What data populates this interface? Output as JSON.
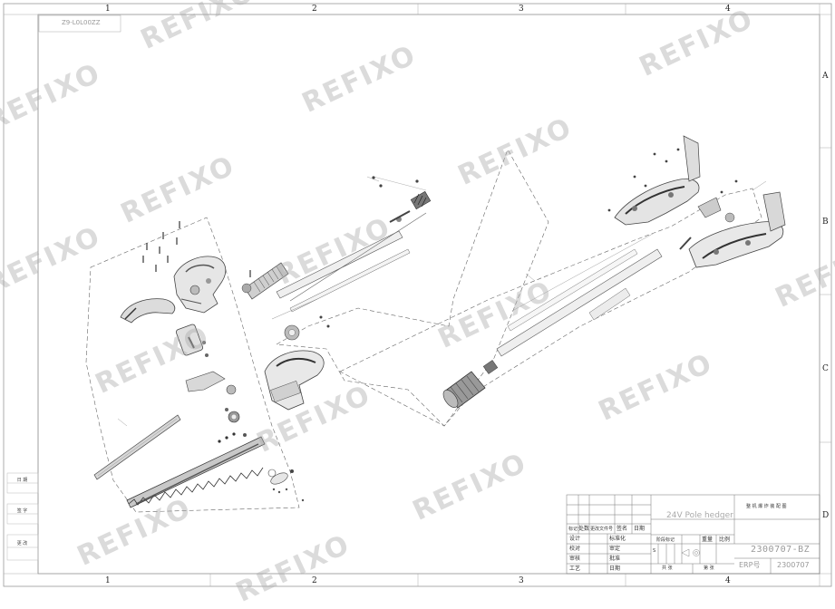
{
  "frame": {
    "columns_top": [
      "1",
      "2",
      "3",
      "4"
    ],
    "columns_bottom": [
      "1",
      "2",
      "3",
      "4"
    ],
    "rows_right": [
      "A",
      "B",
      "C",
      "D"
    ],
    "corner_code": "Z9-L0L00ZZ"
  },
  "watermark": "REFIXO",
  "left_margin_boxes": [
    "日 期",
    "签 字",
    "更 改"
  ],
  "title_block": {
    "product_title": "24V Pole hedger",
    "drawing_title": "整 机 爆 炸 装 配 图",
    "drawing_number": "2300707-BZ",
    "stage_label": "ERP号",
    "stage_value": "2300707",
    "header_row": {
      "mark": "标记",
      "count": "处数",
      "file_no": "更改文件号",
      "sign": "签名",
      "date": "日期"
    },
    "roles_left": [
      "设计",
      "校对",
      "审核",
      "工艺"
    ],
    "roles_right": [
      "标准化",
      "审定",
      "批准",
      "日期"
    ],
    "stage_marks": "阶段标记",
    "weight": "重量",
    "scale": "比例",
    "sheet_total": "共  张",
    "sheet_no": "第  张",
    "s_mark": "S"
  },
  "colors": {
    "line": "#555555",
    "frame": "#888888",
    "part_fill": "#d4d4d4",
    "part_dark": "#555555",
    "watermark": "#b0b0b0"
  }
}
